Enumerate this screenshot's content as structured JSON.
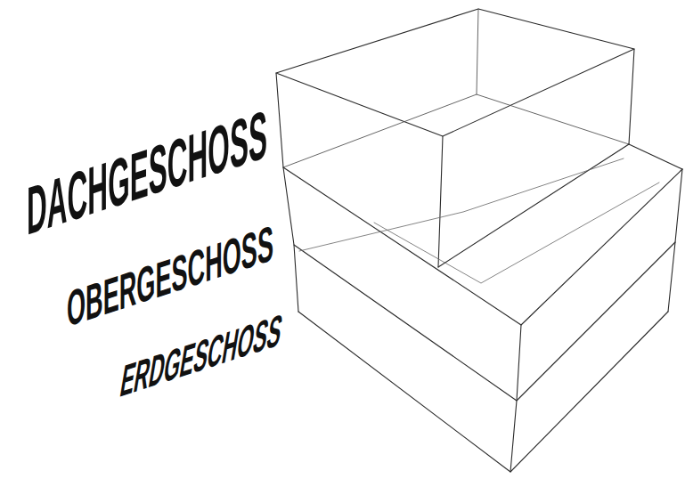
{
  "diagram": {
    "labels": [
      "DACHGESCHOSS",
      "OBERGESCHOSS",
      "ERDGESCHOSS"
    ]
  }
}
